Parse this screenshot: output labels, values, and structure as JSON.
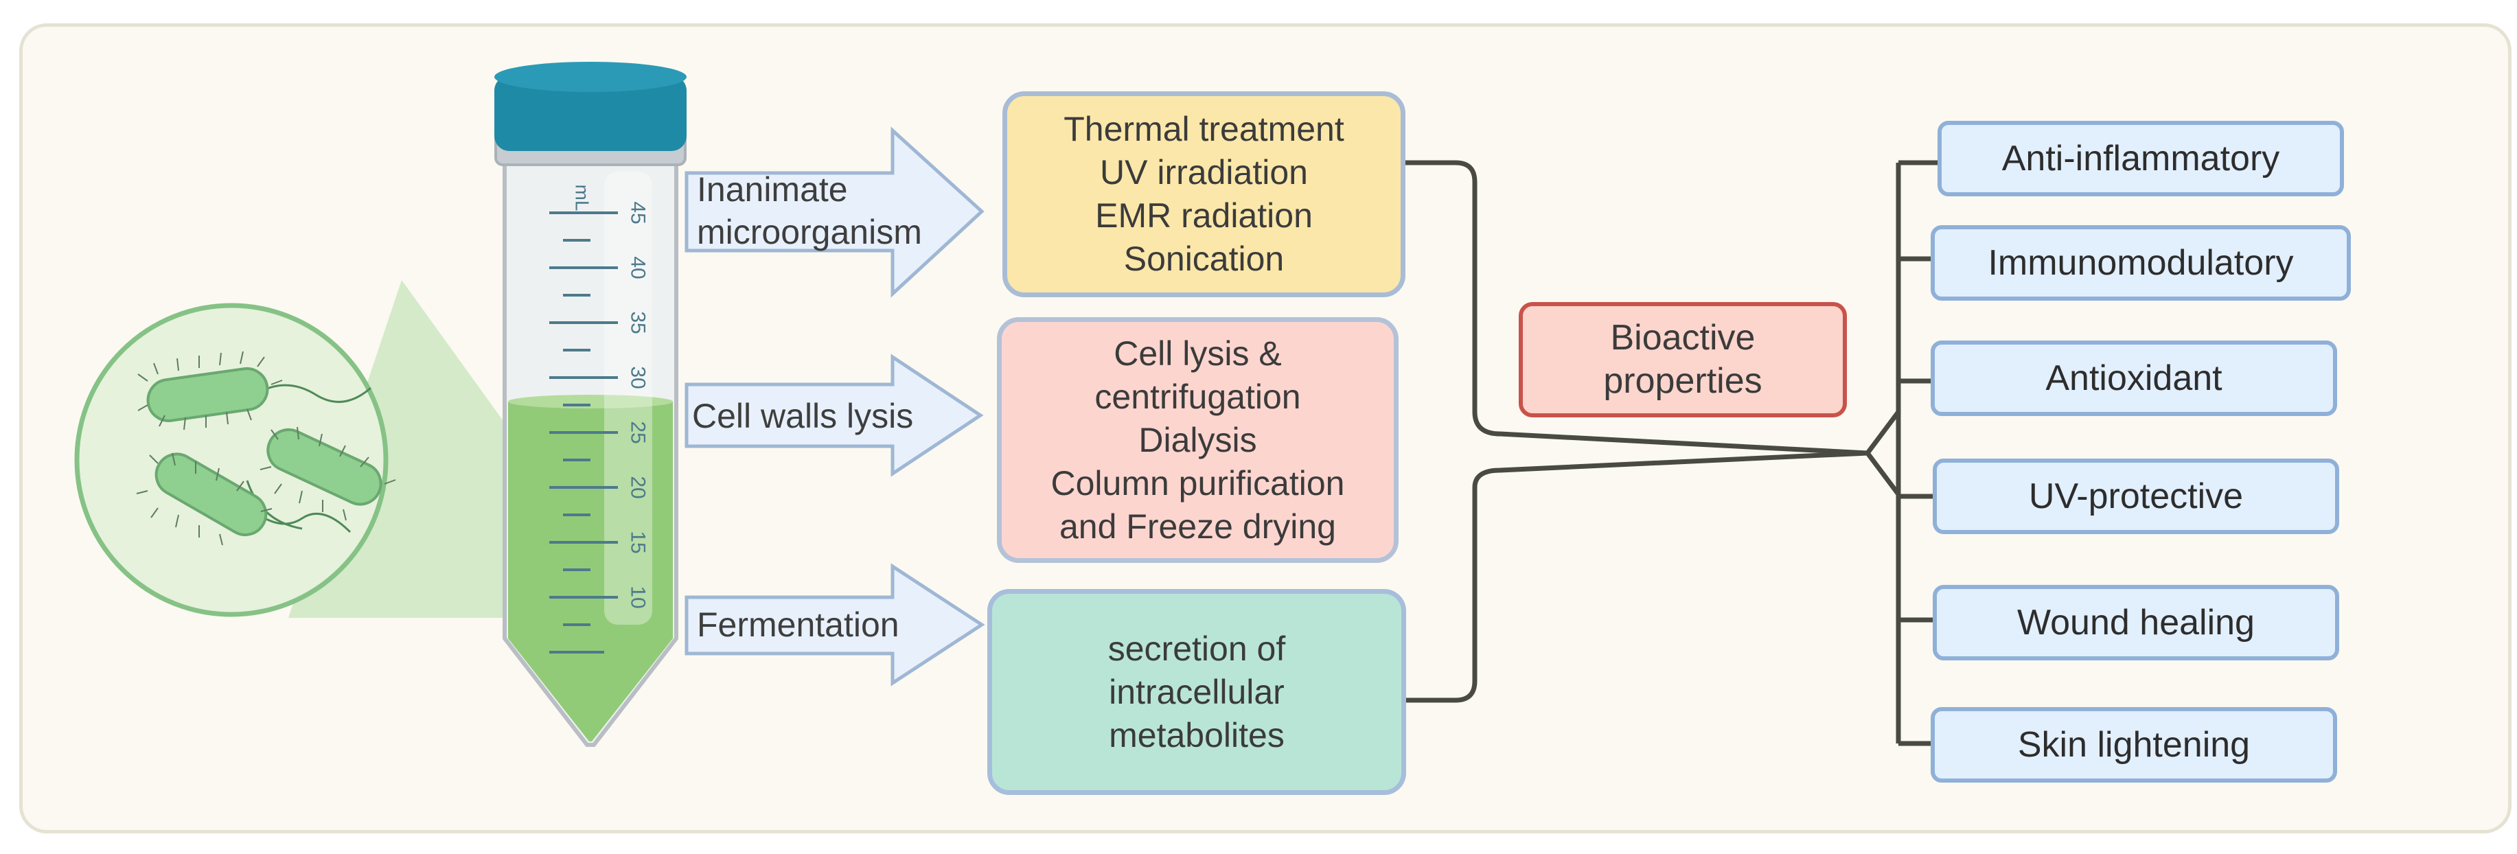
{
  "tube": {
    "unit": "mL",
    "ticks": [
      "45",
      "40",
      "35",
      "30",
      "25",
      "20",
      "15",
      "10"
    ]
  },
  "arrows": [
    {
      "label_lines": [
        "Inanimate",
        "microorganism"
      ]
    },
    {
      "label_lines": [
        "Cell walls lysis"
      ]
    },
    {
      "label_lines": [
        "Fermentation"
      ]
    }
  ],
  "methods": [
    {
      "lines": [
        "Thermal treatment",
        "UV irradiation",
        "EMR radiation",
        "Sonication"
      ]
    },
    {
      "lines": [
        "Cell lysis &",
        "centrifugation",
        "Dialysis",
        "Column purification",
        "and Freeze drying"
      ]
    },
    {
      "lines": [
        "secretion of",
        "intracellular",
        "metabolites"
      ]
    }
  ],
  "center": {
    "lines": [
      "Bioactive",
      "properties"
    ]
  },
  "properties": [
    "Anti-inflammatory",
    "Immunomodulatory",
    "Antioxidant",
    "UV-protective",
    "Wound healing",
    "Skin lightening"
  ],
  "colors": {
    "tube_cap": "#1f8aa6",
    "liquid": "#8cc870",
    "bacteria": "#8fcf90",
    "connector": "#4a4a44"
  }
}
